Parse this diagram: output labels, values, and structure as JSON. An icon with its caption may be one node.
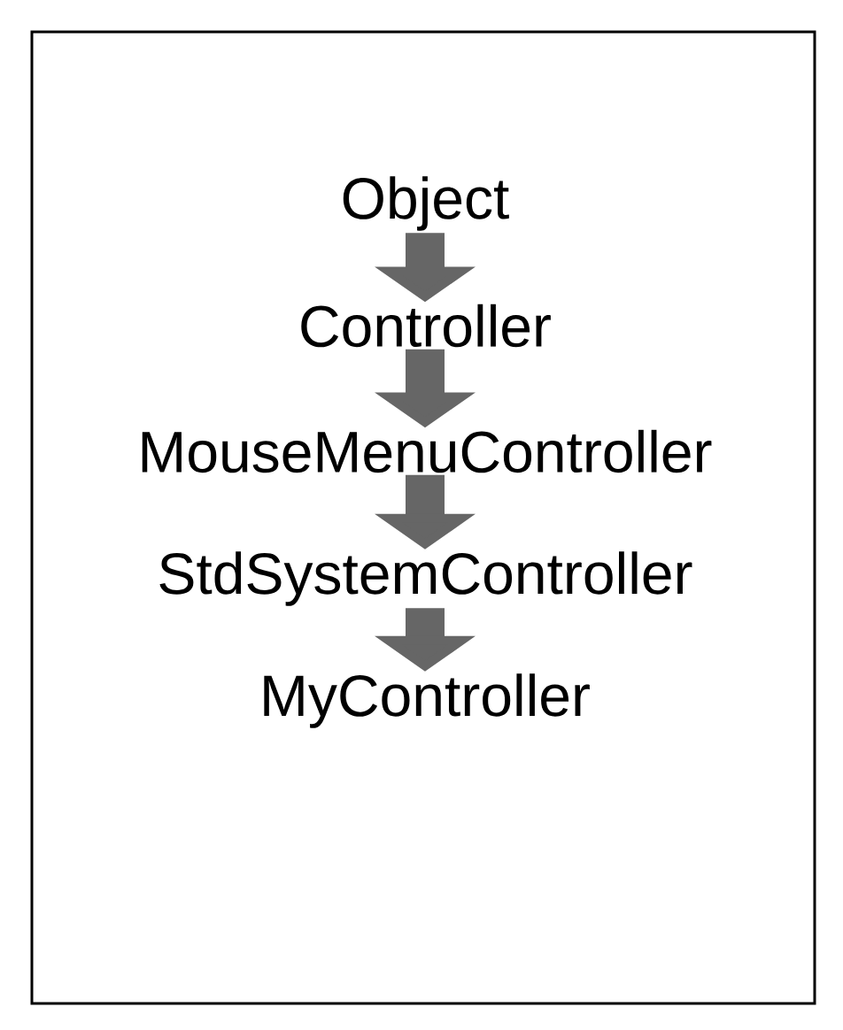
{
  "diagram": {
    "nodes": [
      {
        "text": [
          "Object"
        ]
      },
      {
        "text": [
          "Controller"
        ]
      },
      {
        "text": [
          "MouseMenuController"
        ]
      },
      {
        "text": [
          "StdSystemController"
        ]
      },
      {
        "text": [
          "MyController"
        ]
      }
    ],
    "edges": [
      {
        "from": 0,
        "to": 1,
        "arrow": "to"
      },
      {
        "from": 1,
        "to": 2,
        "arrow": "to"
      },
      {
        "from": 2,
        "to": 3,
        "arrow": "to"
      },
      {
        "from": 3,
        "to": 4,
        "arrow": "to"
      }
    ]
  }
}
